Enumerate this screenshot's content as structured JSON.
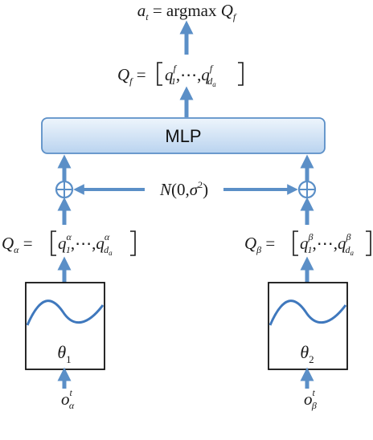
{
  "colors": {
    "arrow": "#5b8fc7",
    "wave": "#3f78bd",
    "mlp_fill_top": "#eef5fc",
    "mlp_fill_bottom": "#b9d3ef",
    "mlp_stroke": "#5b8fc7",
    "box_stroke": "#111111",
    "text": "#1a1a1a"
  },
  "top": {
    "a_base": "a",
    "a_sub": "t",
    "eq": " = ",
    "op": "argmax ",
    "q_base": "Q",
    "q_sub": "f"
  },
  "qf": {
    "lhs_base": "Q",
    "lhs_sub": "f",
    "eq": " = ",
    "q1_base": "q",
    "q1_sub": "1",
    "q1_sup": "f",
    "ellipsis": ",⋯,",
    "qd_base": "q",
    "qd_sub": "d",
    "qd_subsub": "a",
    "qd_sup": "f"
  },
  "mlp": {
    "label": "MLP"
  },
  "noise": {
    "n": "N",
    "open": "(",
    "zero": "0",
    "comma": ",",
    "sigma": "σ",
    "sq": "2",
    "close": ")"
  },
  "q_alpha": {
    "lhs_base": "Q",
    "lhs_sub": "α",
    "eq": " = ",
    "q1_base": "q",
    "q1_sub": "1",
    "q1_sup": "α",
    "ellipsis": ",⋯,",
    "qd_base": "q",
    "qd_sub": "d",
    "qd_subsub": "a",
    "qd_sup": "α"
  },
  "q_beta": {
    "lhs_base": "Q",
    "lhs_sub": "β",
    "eq": " = ",
    "q1_base": "q",
    "q1_sub": "1",
    "q1_sup": "β",
    "ellipsis": ",⋯,",
    "qd_base": "q",
    "qd_sub": "d",
    "qd_subsub": "a",
    "qd_sup": "β"
  },
  "net1": {
    "theta": "θ",
    "sub": "1"
  },
  "net2": {
    "theta": "θ",
    "sub": "2"
  },
  "obs1": {
    "base": "o",
    "sub": "α",
    "sup": "t"
  },
  "obs2": {
    "base": "o",
    "sub": "β",
    "sup": "t"
  }
}
